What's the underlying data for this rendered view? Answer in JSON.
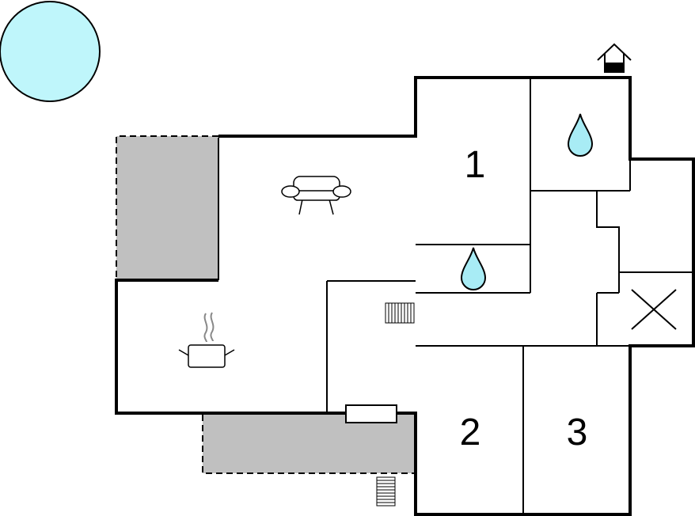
{
  "rooms": {
    "bedroom_1": {
      "number": "1"
    },
    "bedroom_2": {
      "number": "2"
    },
    "bedroom_3": {
      "number": "3"
    }
  },
  "icons": {
    "pool": "pool-icon",
    "entrance": "house-entrance-icon",
    "bathroom": "water-drop-icon",
    "living": "sofa-icon",
    "kitchen": "cooking-pot-icon",
    "stairs": "stairs-icon",
    "technical": "cross-icon",
    "fireplace": "fireplace-icon"
  },
  "colors": {
    "pool": "#bff6fb",
    "terrace": "#c0c0c0",
    "water": "#a8ecf5",
    "walls": "#000000"
  }
}
